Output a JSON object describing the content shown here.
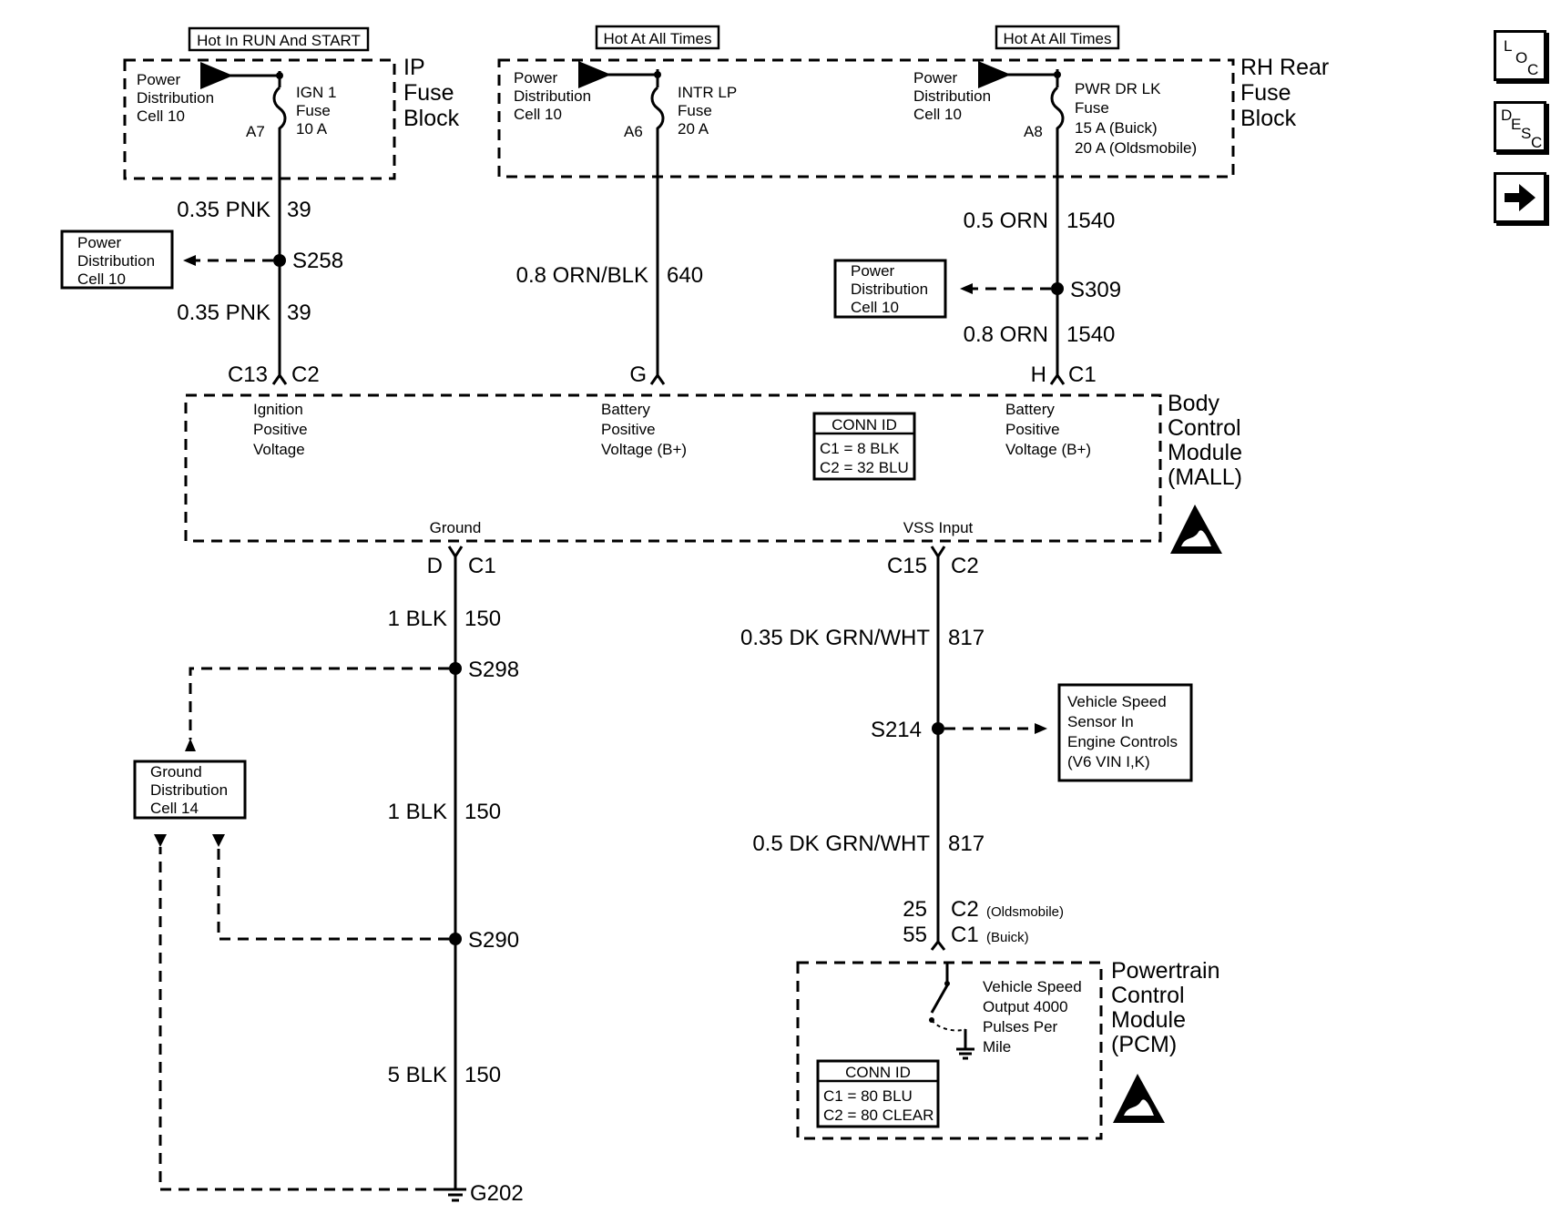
{
  "nav": {
    "loc_l": "L",
    "loc_o": "O",
    "loc_c": "C",
    "desc_d": "D",
    "desc_e": "E",
    "desc_s": "S",
    "desc_c": "C"
  },
  "ip_fuse_block": {
    "hot_label": "Hot In RUN And START",
    "name": [
      "IP",
      "Fuse",
      "Block"
    ],
    "power_dist": [
      "Power",
      "Distribution",
      "Cell 10"
    ],
    "fuse": [
      "IGN 1",
      "Fuse",
      "10 A"
    ],
    "pin": "A7"
  },
  "rh_fuse_block": {
    "hot_label_1": "Hot At All Times",
    "hot_label_2": "Hot At All Times",
    "name": [
      "RH Rear",
      "Fuse",
      "Block"
    ],
    "power_dist_1": [
      "Power",
      "Distribution",
      "Cell 10"
    ],
    "fuse_1": [
      "INTR LP",
      "Fuse",
      "20 A"
    ],
    "pin_1": "A6",
    "power_dist_2": [
      "Power",
      "Distribution",
      "Cell 10"
    ],
    "fuse_2": [
      "PWR DR LK",
      "Fuse",
      "15 A (Buick)",
      "20 A (Oldsmobile)"
    ],
    "pin_2": "A8"
  },
  "wires": {
    "w1_top": {
      "color": "0.35 PNK",
      "circuit": "39"
    },
    "w1_bot": {
      "color": "0.35 PNK",
      "circuit": "39"
    },
    "w2": {
      "color": "0.8 ORN/BLK",
      "circuit": "640"
    },
    "w3_top": {
      "color": "0.5 ORN",
      "circuit": "1540"
    },
    "w3_bot": {
      "color": "0.8 ORN",
      "circuit": "1540"
    },
    "gnd_1": {
      "color": "1 BLK",
      "circuit": "150"
    },
    "gnd_2": {
      "color": "1 BLK",
      "circuit": "150"
    },
    "gnd_3": {
      "color": "5 BLK",
      "circuit": "150"
    },
    "vss_1": {
      "color": "0.35 DK GRN/WHT",
      "circuit": "817"
    },
    "vss_2": {
      "color": "0.5 DK GRN/WHT",
      "circuit": "817"
    }
  },
  "splices": {
    "s258": "S258",
    "s309": "S309",
    "s298": "S298",
    "s290": "S290",
    "s214": "S214",
    "g202": "G202"
  },
  "side_boxes": {
    "pd_left": [
      "Power",
      "Distribution",
      "Cell 10"
    ],
    "pd_right": [
      "Power",
      "Distribution",
      "Cell 10"
    ],
    "ground_dist": [
      "Ground",
      "Distribution",
      "Cell 14"
    ],
    "vss_sensor": [
      "Vehicle Speed",
      "Sensor In",
      "Engine Controls",
      "(V6 VIN I,K)"
    ]
  },
  "bcm": {
    "name": [
      "Body",
      "Control",
      "Module",
      "(MALL)"
    ],
    "conn_1": {
      "pin": "C13",
      "conn": "C2"
    },
    "conn_2": {
      "pin": "G"
    },
    "conn_3": {
      "pin": "H",
      "conn": "C1"
    },
    "conn_4": {
      "pin": "D",
      "conn": "C1"
    },
    "conn_5": {
      "pin": "C15",
      "conn": "C2"
    },
    "ign_label": [
      "Ignition",
      "Positive",
      "Voltage"
    ],
    "batt_label_1": [
      "Battery",
      "Positive",
      "Voltage (B+)"
    ],
    "batt_label_2": [
      "Battery",
      "Positive",
      "Voltage (B+)"
    ],
    "ground_label": "Ground",
    "vss_label": "VSS Input",
    "conn_id": {
      "title": "CONN ID",
      "c1": "C1 = 8 BLK",
      "c2": "C2 = 32 BLU"
    }
  },
  "pcm": {
    "name": [
      "Powertrain",
      "Control",
      "Module",
      "(PCM)"
    ],
    "pin_old": "25",
    "conn_old": "C2",
    "note_old": "(Oldsmobile)",
    "pin_buick": "55",
    "conn_buick": "C1",
    "note_buick": "(Buick)",
    "output_label": [
      "Vehicle Speed",
      "Output 4000",
      "Pulses Per",
      "Mile"
    ],
    "conn_id": {
      "title": "CONN ID",
      "c1": "C1 = 80 BLU",
      "c2": "C2 = 80 CLEAR"
    }
  }
}
